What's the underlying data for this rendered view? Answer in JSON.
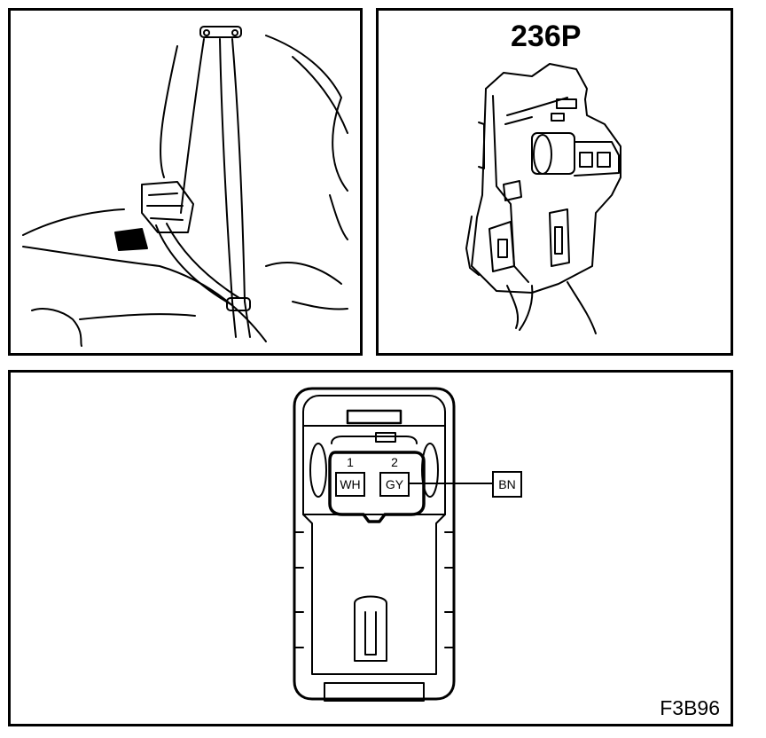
{
  "connector_view": {
    "part_number": "236P",
    "figure_code": "F3B96"
  },
  "pins": [
    {
      "number": "1",
      "wire_color": "WH"
    },
    {
      "number": "2",
      "wire_color": "GY"
    }
  ],
  "mating_wire": {
    "wire_color": "BN"
  }
}
